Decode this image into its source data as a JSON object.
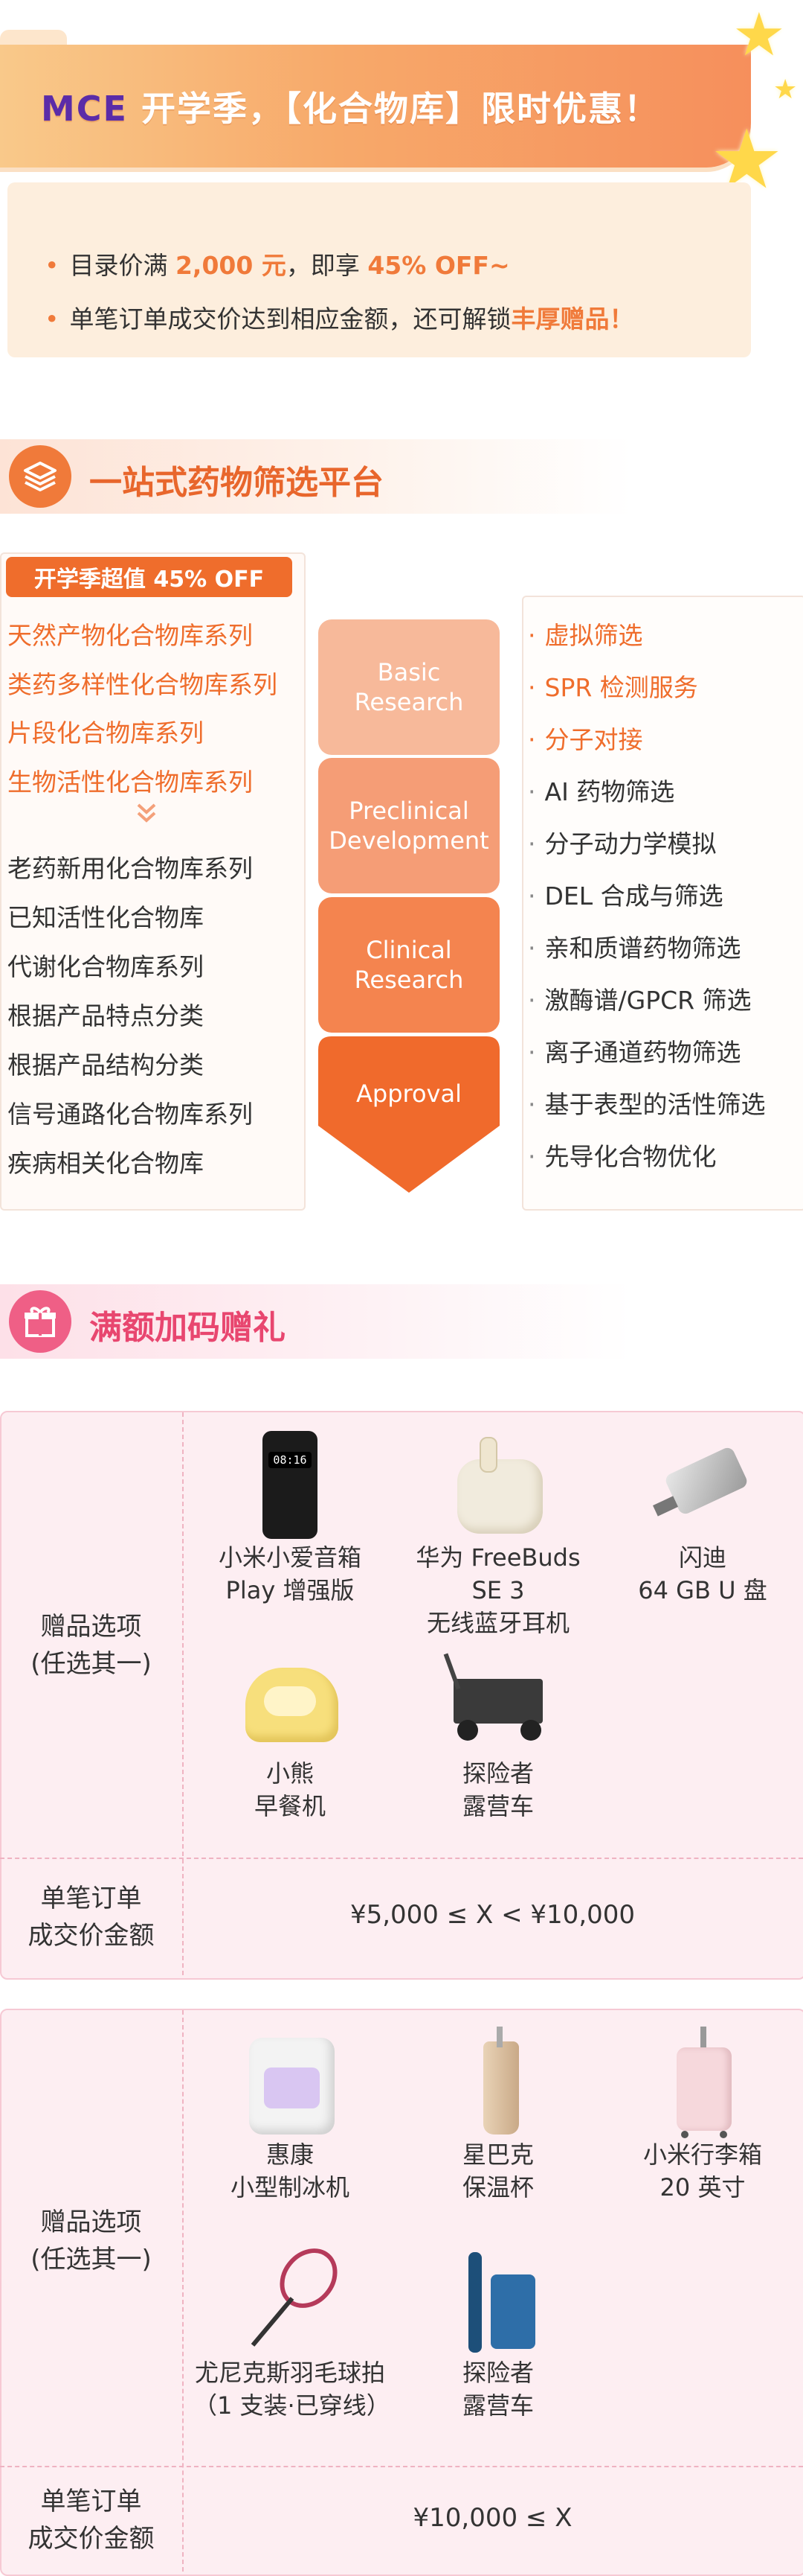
{
  "banner": {
    "title_pre": "MCE",
    "title_rest": " 开学季，【化合物库】限时优惠！",
    "line1_pre": "目录价满 ",
    "line1_amount": "2,000 元",
    "line1_mid": "，即享 ",
    "line1_discount": "45% OFF~",
    "line2_pre": "单笔订单成交价达到相应金额，还可解锁",
    "line2_hl": "丰厚赠品！"
  },
  "platform": {
    "title": "一站式药物筛选平台",
    "sale_tag": "开学季超值 45% OFF",
    "hot_libraries": [
      "天然产物化合物库系列",
      "类药多样性化合物库系列",
      "片段化合物库系列",
      "生物活性化合物库系列"
    ],
    "more_icon": "double-chevron-down-icon",
    "other_libraries": [
      "老药新用化合物库系列",
      "已知活性化合物库",
      "代谢化合物库系列",
      "根据产品特点分类",
      "根据产品结构分类",
      "信号通路化合物库系列",
      "疾病相关化合物库"
    ],
    "stages": [
      {
        "l1": "Basic",
        "l2": "Research",
        "color": "#f7b99a"
      },
      {
        "l1": "Preclinical",
        "l2": "Development",
        "color": "#f59d76"
      },
      {
        "l1": "Clinical",
        "l2": "Research",
        "color": "#f4844f"
      },
      {
        "l1": "Approval",
        "l2": "",
        "color": "#f06a2c"
      }
    ],
    "hot_services": [
      "虚拟筛选",
      "SPR 检测服务",
      "分子对接"
    ],
    "other_services": [
      "AI 药物筛选",
      "分子动力学模拟",
      "DEL 合成与筛选",
      "亲和质谱药物筛选",
      "激酶谱/GPCR 筛选",
      "离子通道药物筛选",
      "基于表型的活性筛选",
      "先导化合物优化"
    ]
  },
  "gifts": {
    "title": "满额加码赠礼",
    "label_options_l1": "赠品选项",
    "label_options_l2": "(任选其一)",
    "label_price_l1": "单笔订单",
    "label_price_l2": "成交价金额",
    "tier1": {
      "price": "¥5,000 ≤ X < ¥10,000",
      "items": [
        {
          "l1": "小米小爱音箱",
          "l2": "Play 增强版"
        },
        {
          "l1": "华为 FreeBuds SE 3",
          "l2": "无线蓝牙耳机"
        },
        {
          "l1": "闪迪",
          "l2": "64 GB  U 盘"
        },
        {
          "l1": "小熊",
          "l2": "早餐机"
        },
        {
          "l1": "探险者",
          "l2": "露营车"
        }
      ],
      "speaker_clock": "08:16"
    },
    "tier2": {
      "price": "¥10,000 ≤ X",
      "items": [
        {
          "l1": "惠康",
          "l2": "小型制冰机"
        },
        {
          "l1": "星巴克",
          "l2": "保温杯"
        },
        {
          "l1": "小米行李箱",
          "l2": "20 英寸"
        },
        {
          "l1": "尤尼克斯羽毛球拍",
          "l2": "（1 支装·已穿线）"
        },
        {
          "l1": "探险者",
          "l2": "露营车"
        }
      ]
    }
  },
  "colors": {
    "accent": "#ef6d2c",
    "purple": "#5b2ca8",
    "pink_bg": "#fdeef2"
  }
}
